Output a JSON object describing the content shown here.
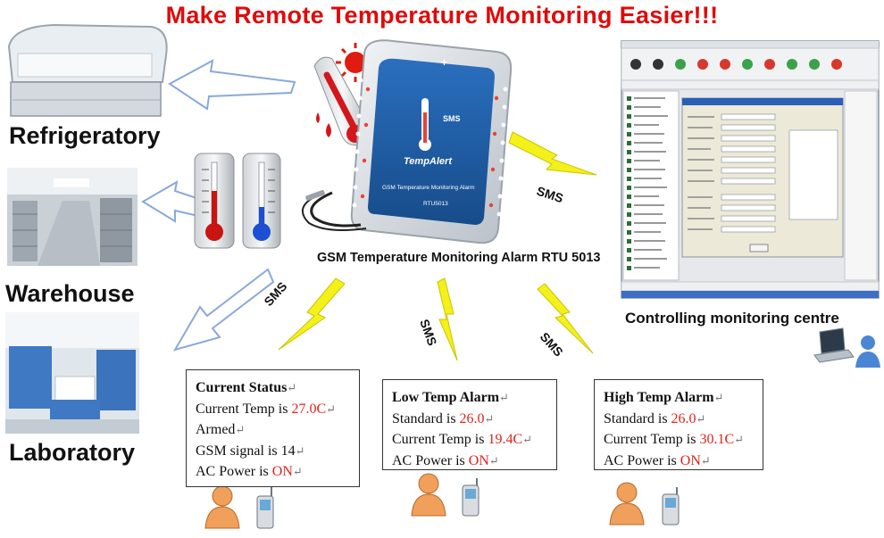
{
  "title": "Make Remote Temperature Monitoring Easier!!!",
  "locations": {
    "refrigeratory": "Refrigeratory",
    "warehouse": "Warehouse",
    "laboratory": "Laboratory"
  },
  "device": {
    "caption": "GSM Temperature Monitoring Alarm  RTU  5013",
    "brand": "TempAlert",
    "model_text": "GSM Temperature Monitoring Alarm",
    "model_code": "RTU5013"
  },
  "monitoring_caption": "Controlling monitoring centre",
  "sms_label": "SMS",
  "pilcrow": "↵",
  "status_box": {
    "heading": "Current Status",
    "line1_prefix": "Current Temp is ",
    "line1_value": "27.0C",
    "line2": "Armed",
    "line3": "GSM signal is 14",
    "line4_prefix": "AC Power is ",
    "line4_value": "ON"
  },
  "low_box": {
    "heading": "Low Temp Alarm",
    "line1_prefix": "Standard is ",
    "line1_value": "26.0",
    "line2_prefix": "Current Temp is ",
    "line2_value": "19.4C",
    "line3_prefix": "AC Power is ",
    "line3_value": "ON"
  },
  "high_box": {
    "heading": "High Temp Alarm",
    "line1_prefix": "Standard is ",
    "line1_value": "26.0",
    "line2_prefix": "Current Temp is ",
    "line2_value": "30.1C",
    "line3_prefix": "AC Power is ",
    "line3_value": "ON"
  },
  "colors": {
    "title_red": "#e00a0a",
    "value_red": "#e0231b",
    "device_blue": "#1f5fa8",
    "sms_yellow": "#f4f01a",
    "person_orange": "#f0a05a"
  }
}
